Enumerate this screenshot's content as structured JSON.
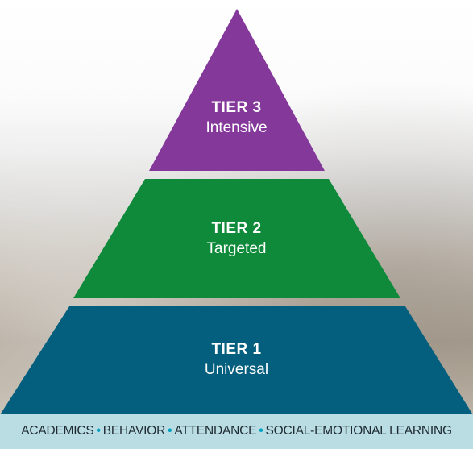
{
  "colors": {
    "tier3": "#84389a",
    "tier2": "#0e8a3a",
    "tier1": "#035f7d",
    "footer_bg": "#b9dde3",
    "separator_dot": "#00a2c2"
  },
  "tiers": [
    {
      "title": "TIER 3",
      "subtitle": "Intensive"
    },
    {
      "title": "TIER 2",
      "subtitle": "Targeted"
    },
    {
      "title": "TIER 1",
      "subtitle": "Universal"
    }
  ],
  "footer": {
    "items": [
      "ACADEMICS",
      "BEHAVIOR",
      "ATTENDANCE",
      "SOCIAL-EMOTIONAL LEARNING"
    ],
    "separator": "•"
  }
}
